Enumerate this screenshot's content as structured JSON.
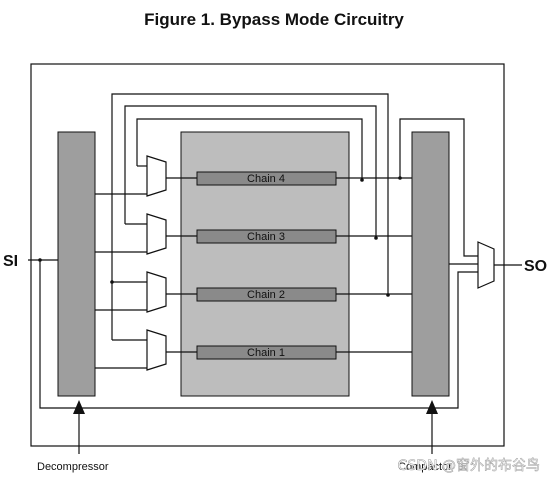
{
  "title": "Figure 1. Bypass Mode Circuitry",
  "ports": {
    "input": "SI",
    "output": "SO"
  },
  "blocks": {
    "decompressor": "Decompressor",
    "compactor": "Compactor"
  },
  "chains": [
    "Chain 4",
    "Chain 3",
    "Chain 2",
    "Chain 1"
  ],
  "watermark": "CSDN @窗外的布谷鸟",
  "colors": {
    "block_fill": "#9e9e9e",
    "core_fill": "#bdbdbd",
    "chain_fill": "#8a8a8a",
    "stroke": "#111111"
  }
}
